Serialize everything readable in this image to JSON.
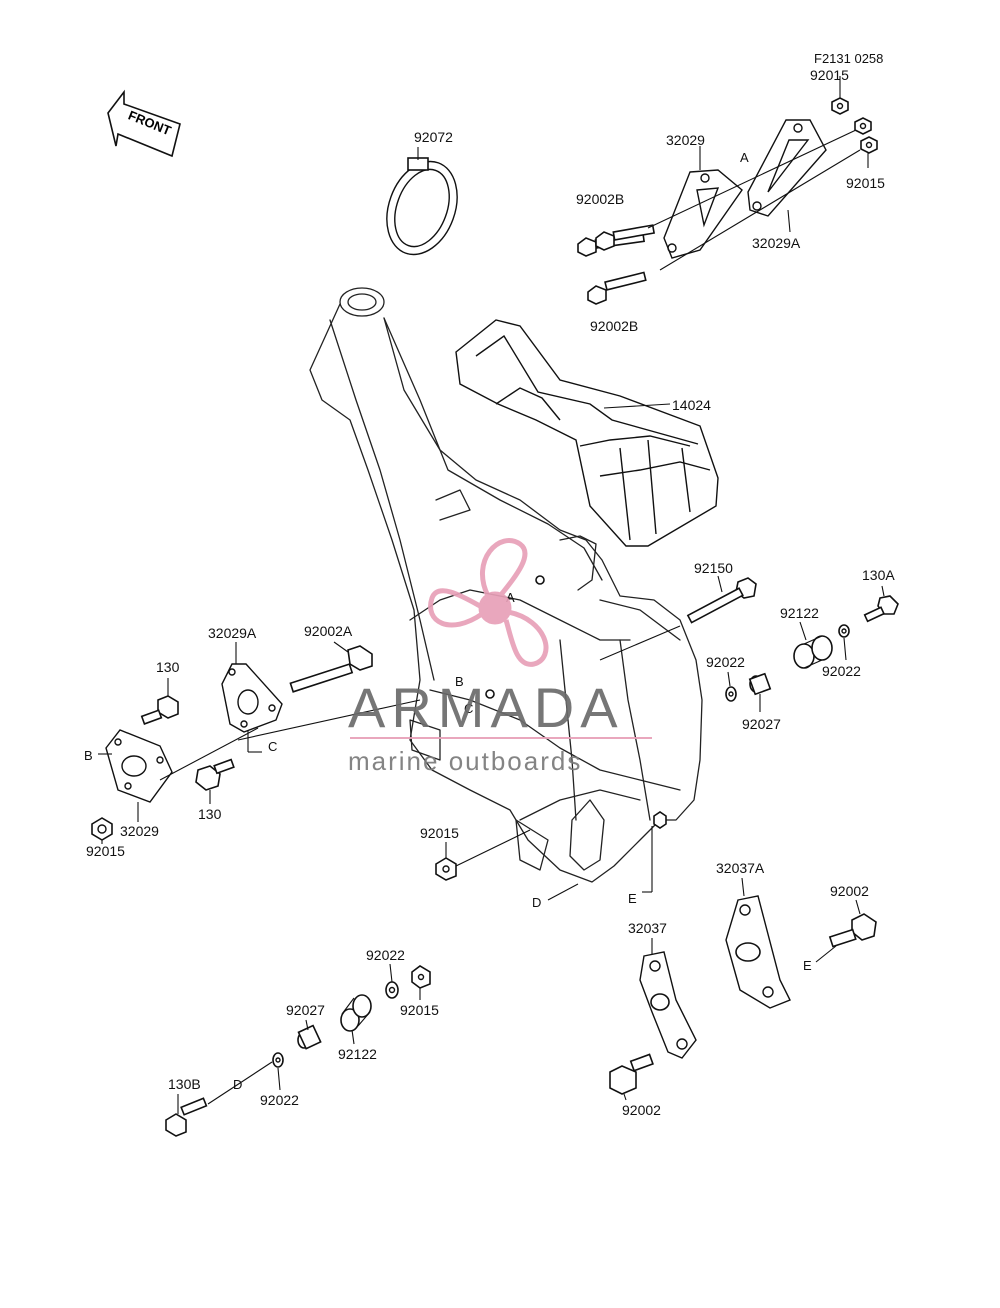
{
  "diagram_code": "F2131 0258",
  "front_label": "FRONT",
  "parts": {
    "p92072": "92072",
    "p92015_top": "92015",
    "p32029_top": "32029",
    "p92015_right": "92015",
    "p92002B_a": "92002B",
    "p32029A_top": "32029A",
    "p92002B_b": "92002B",
    "p14024": "14024",
    "p92150": "92150",
    "p130A": "130A",
    "p92122_r": "92122",
    "p92022_r": "92022",
    "p92022_m": "92022",
    "p92027_r": "92027",
    "p32029A_left": "32029A",
    "p92002A": "92002A",
    "p130_top": "130",
    "p32029_left": "32029",
    "p130_bottom": "130",
    "p92015_left": "92015",
    "p92015_mid": "92015",
    "p32037A": "32037A",
    "p92002_r": "92002",
    "p32037": "32037",
    "p92002_b": "92002",
    "p92022_lower": "92022",
    "p92015_lower": "92015",
    "p92027_lower": "92027",
    "p92122_lower": "92122",
    "p130B": "130B",
    "p92022_bot": "92022"
  },
  "refs": {
    "A_top": "A",
    "A_frame": "A",
    "B_frame": "B",
    "C_frame": "C",
    "B_left": "B",
    "C_left": "C",
    "D_frame": "D",
    "E_frame": "E",
    "E_right": "E",
    "D_lower": "D"
  },
  "watermark": {
    "brand": "ARMADA",
    "tagline": "marine outboards",
    "color": "#e8a0b8"
  }
}
